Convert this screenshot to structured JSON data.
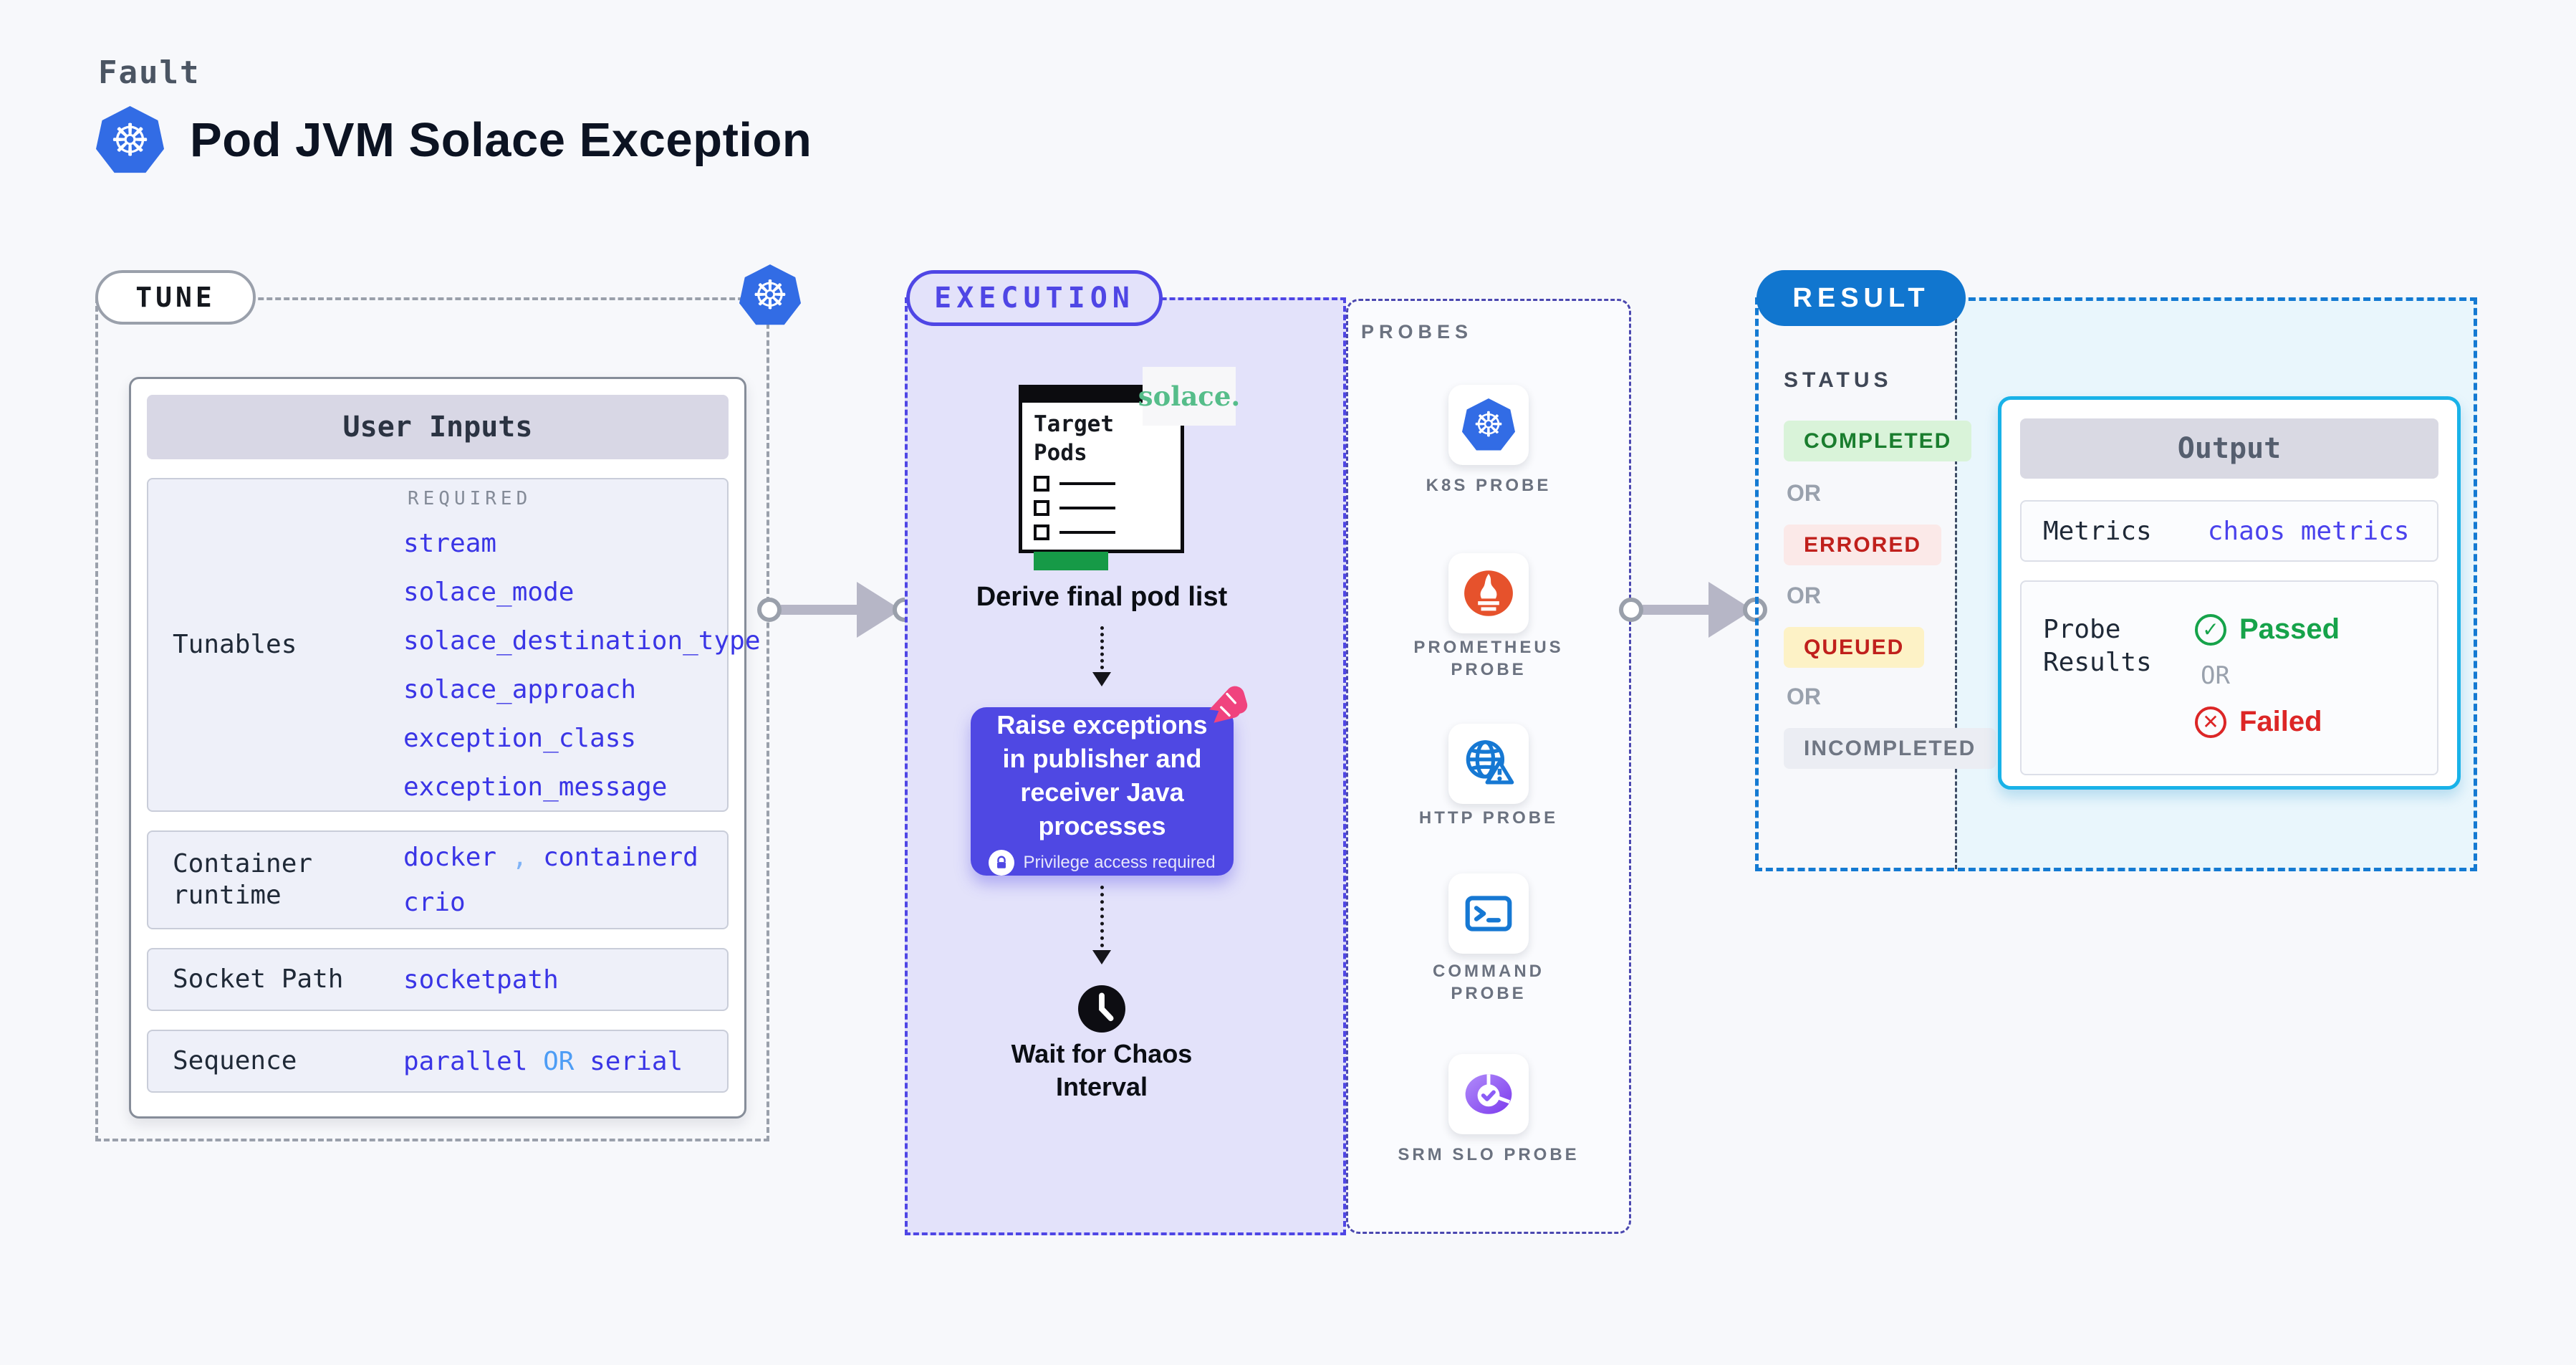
{
  "page": {
    "kicker": "Fault",
    "title": "Pod JVM Solace Exception"
  },
  "tune": {
    "label": "TUNE",
    "user_inputs": {
      "header": "User Inputs",
      "tunables": {
        "label": "Tunables",
        "required_label": "REQUIRED",
        "values": [
          "stream",
          "solace_mode",
          "solace_destination_type",
          "solace_approach",
          "exception_class",
          "exception_message"
        ]
      },
      "container_runtime": {
        "label": "Container runtime",
        "values": [
          "docker",
          "containerd",
          "crio"
        ],
        "separator": ","
      },
      "socket_path": {
        "label": "Socket Path",
        "value": "socketpath"
      },
      "sequence": {
        "label": "Sequence",
        "value_a": "parallel",
        "or": "OR",
        "value_b": "serial"
      }
    }
  },
  "execution": {
    "label": "EXECUTION",
    "target_pods": {
      "title": "Target Pods",
      "logo": "solace."
    },
    "step1": "Derive final pod list",
    "action": {
      "text": "Raise exceptions in publisher and receiver Java processes",
      "privilege": "Privilege access required"
    },
    "step2": "Wait for Chaos Interval"
  },
  "probes": {
    "label": "PROBES",
    "items": [
      {
        "name": "K8S PROBE",
        "icon": "kubernetes-icon"
      },
      {
        "name": "PROMETHEUS PROBE",
        "icon": "prometheus-icon"
      },
      {
        "name": "HTTP PROBE",
        "icon": "globe-warning-icon"
      },
      {
        "name": "COMMAND PROBE",
        "icon": "terminal-icon"
      },
      {
        "name": "SRM SLO PROBE",
        "icon": "slo-pie-check-icon"
      }
    ]
  },
  "result": {
    "label": "RESULT",
    "status": {
      "label": "STATUS",
      "or": "OR",
      "badges": [
        {
          "text": "COMPLETED",
          "fg": "#1a7d2e",
          "bg": "#d9f3d9"
        },
        {
          "text": "ERRORED",
          "fg": "#c0201c",
          "bg": "#fbe9e8"
        },
        {
          "text": "QUEUED",
          "fg": "#c0201c",
          "bg": "#fdf2c6"
        },
        {
          "text": "INCOMPLETED",
          "fg": "#6f7683",
          "bg": "#ebedf3"
        }
      ]
    },
    "output": {
      "header": "Output",
      "metrics_label": "Metrics",
      "metrics_value": "chaos metrics",
      "probe_results_label": "Probe Results",
      "passed": "Passed",
      "or": "OR",
      "failed": "Failed"
    }
  },
  "colors": {
    "kubernetes_blue": "#326ce5",
    "indigo_accent": "#4f46e5",
    "result_blue": "#1176cf",
    "output_border_cyan": "#19b2e8",
    "solace_green": "#56bd8a",
    "prometheus_orange": "#e6522c",
    "value_blue": "#3a35e6",
    "passed_green": "#16a34a",
    "failed_red": "#dc2626",
    "pink_accent": "#f0437e"
  }
}
